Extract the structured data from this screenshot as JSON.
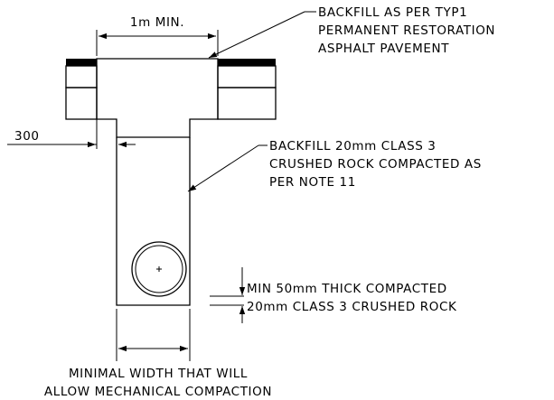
{
  "dimensions": {
    "top_width": "1m MIN.",
    "side_offset": "300"
  },
  "notes": {
    "surface": [
      "BACKFILL AS PER TYP1",
      "PERMANENT RESTORATION",
      "ASPHALT PAVEMENT"
    ],
    "trench_backfill": [
      "BACKFILL 20mm CLASS 3",
      "CRUSHED ROCK COMPACTED AS",
      "PER NOTE 11"
    ],
    "bedding": [
      "MIN 50mm THICK COMPACTED",
      "20mm CLASS 3 CRUSHED ROCK"
    ],
    "trench_width": [
      "MINIMAL WIDTH THAT WILL",
      "ALLOW MECHANICAL COMPACTION"
    ]
  }
}
